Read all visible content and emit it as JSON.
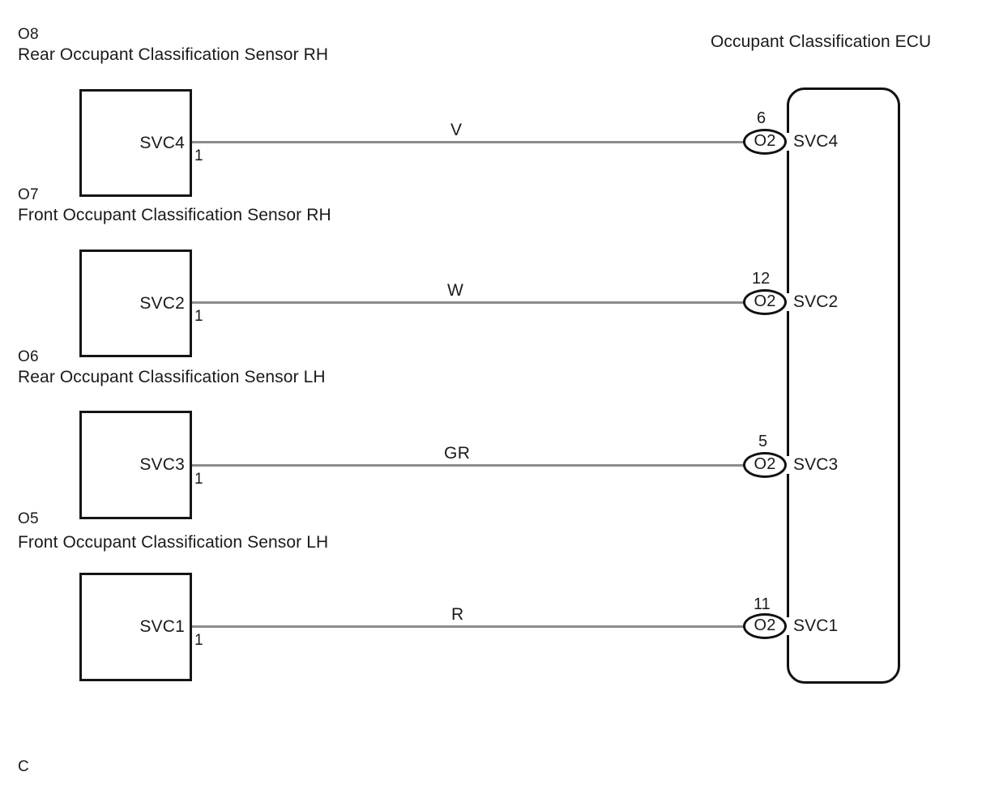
{
  "diagram": {
    "title_right": "Occupant Classification ECU",
    "footer_mark": "C",
    "wire_color_hex": "#8c8c8c",
    "line_color_hex": "#111111"
  },
  "connectors": [
    {
      "code": "O8",
      "name": "Rear Occupant Classification Sensor RH",
      "box_label": "SVC4",
      "local_pin": "1",
      "wire_label": "V",
      "ecu_pin_number": "6",
      "ecu_terminal": "O2",
      "ecu_pin_name": "SVC4"
    },
    {
      "code": "O7",
      "name": "Front Occupant Classification Sensor RH",
      "box_label": "SVC2",
      "local_pin": "1",
      "wire_label": "W",
      "ecu_pin_number": "12",
      "ecu_terminal": "O2",
      "ecu_pin_name": "SVC2"
    },
    {
      "code": "O6",
      "name": "Rear Occupant Classification Sensor LH",
      "box_label": "SVC3",
      "local_pin": "1",
      "wire_label": "GR",
      "ecu_pin_number": "5",
      "ecu_terminal": "O2",
      "ecu_pin_name": "SVC3"
    },
    {
      "code": "O5",
      "name": "Front Occupant Classification Sensor LH",
      "box_label": "SVC1",
      "local_pin": "1",
      "wire_label": "R",
      "ecu_pin_number": "11",
      "ecu_terminal": "O2",
      "ecu_pin_name": "SVC1"
    }
  ]
}
